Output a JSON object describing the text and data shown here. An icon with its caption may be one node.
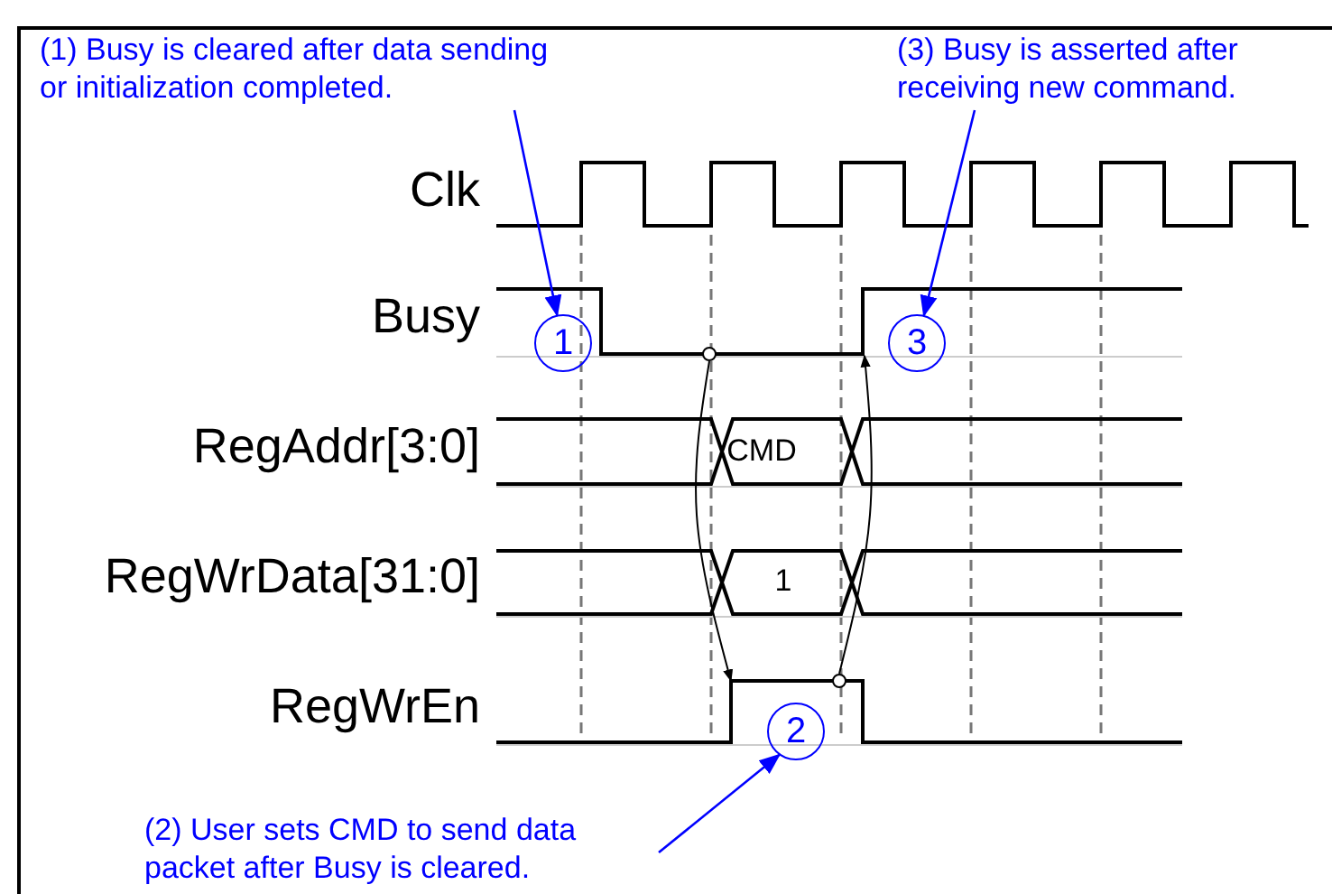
{
  "diagram": {
    "nodes": [
      {
        "text": [
          "(1) Busy is cleared after data sending or initialization completed."
        ]
      },
      {
        "text": [
          "(3) Busy is asserted after receiving new command."
        ]
      },
      {
        "text": [
          "1"
        ]
      },
      {
        "text": [],
        "shape": "circle"
      },
      {
        "text": [],
        "shape": "line"
      },
      {
        "text": [
          "3"
        ]
      },
      {
        "text": [],
        "shape": "circle"
      },
      {
        "text": [],
        "shape": "line"
      },
      {
        "text": [
          "2"
        ]
      },
      {
        "text": [
          "(2) User sets CMD to send data packet after Busy is cleared."
        ]
      }
    ],
    "edges": [
      {
        "from": 0,
        "to": 2,
        "arrow": "to"
      },
      {
        "from": 1,
        "to": 5,
        "arrow": "to"
      },
      {
        "from": 3,
        "to": 7,
        "arrow": "to",
        "color": "#000000"
      },
      {
        "from": 6,
        "to": 4,
        "arrow": "to",
        "color": "#000000"
      },
      {
        "from": 9,
        "to": 8,
        "arrow": "to"
      }
    ],
    "labels": [
      "Clk",
      "Busy",
      "RegAddr[3:0]",
      "CMD",
      "RegWrData[31:0]",
      "1",
      "RegWrEn"
    ]
  }
}
